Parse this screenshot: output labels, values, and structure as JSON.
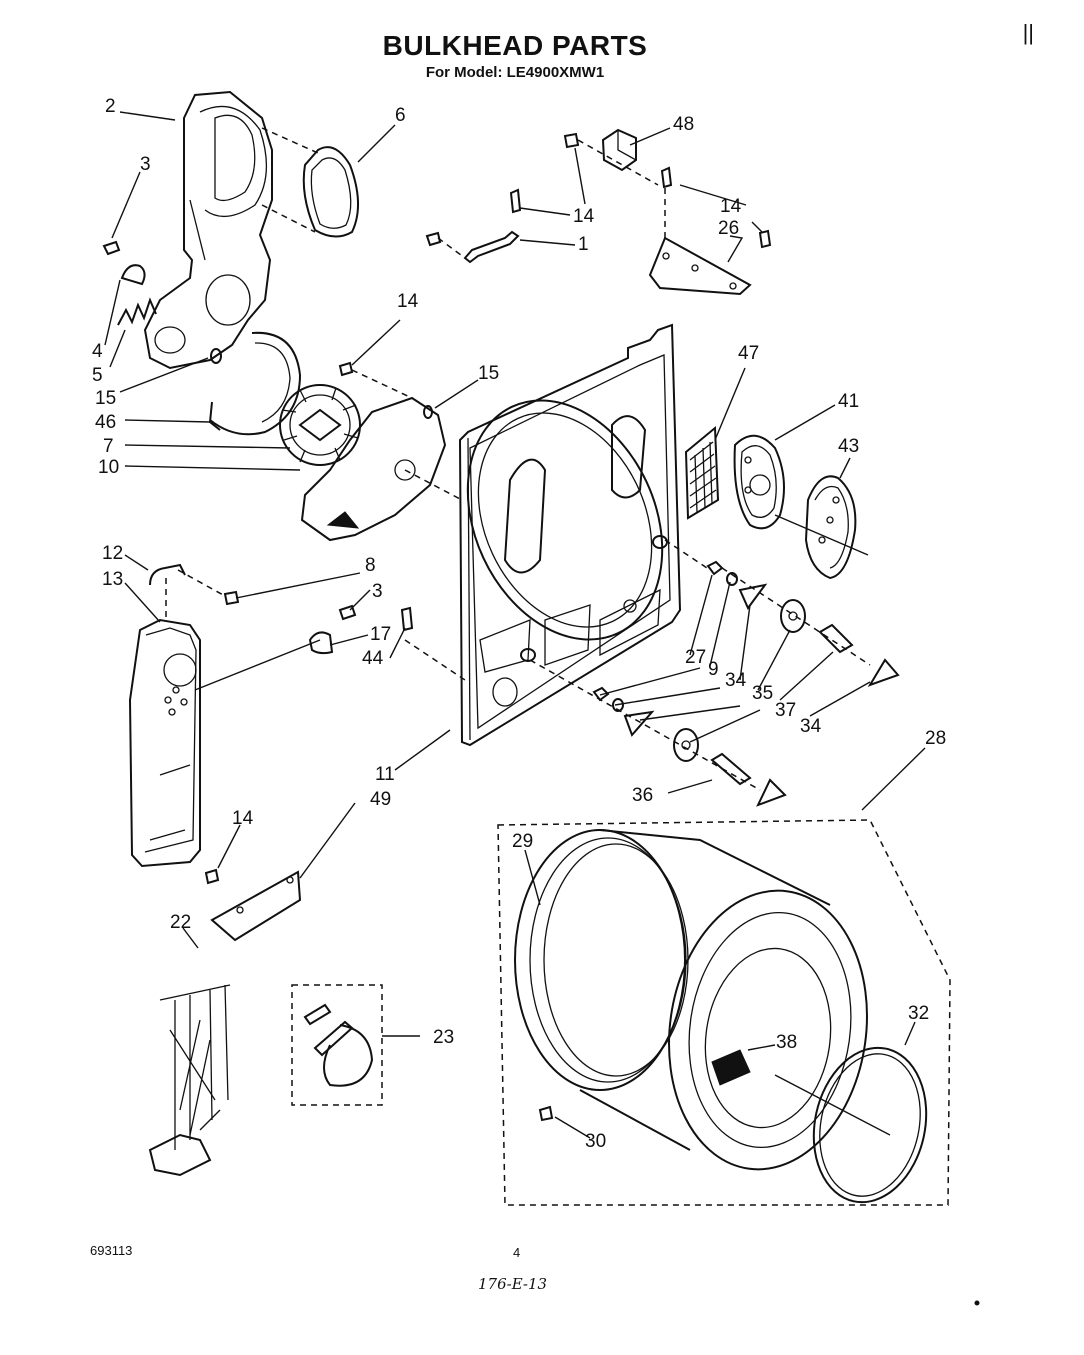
{
  "header": {
    "title": "BULKHEAD PARTS",
    "subtitle": "For Model: LE4900XMW1"
  },
  "footer": {
    "doc_number": "693113",
    "page_number": "4",
    "handwritten_code": "176-E-13"
  },
  "corner_mark": "||",
  "callouts": {
    "c2": "2",
    "c6": "6",
    "c3a": "3",
    "c48": "48",
    "c14a": "14",
    "c14b": "14",
    "c1": "1",
    "c26": "26",
    "c14c": "14",
    "c4": "4",
    "c5": "5",
    "c15a": "15",
    "c15b": "15",
    "c46": "46",
    "c7": "7",
    "c10": "10",
    "c47": "47",
    "c41": "41",
    "c43": "43",
    "c12": "12",
    "c13": "13",
    "c8": "8",
    "c3b": "3",
    "c17": "17",
    "c44": "44",
    "c27": "27",
    "c9": "9",
    "c34a": "34",
    "c35": "35",
    "c37": "37",
    "c34b": "34",
    "c28": "28",
    "c11": "11",
    "c49": "49",
    "c14d": "14",
    "c36": "36",
    "c29": "29",
    "c22": "22",
    "c23": "23",
    "c38": "38",
    "c32": "32",
    "c30": "30"
  }
}
